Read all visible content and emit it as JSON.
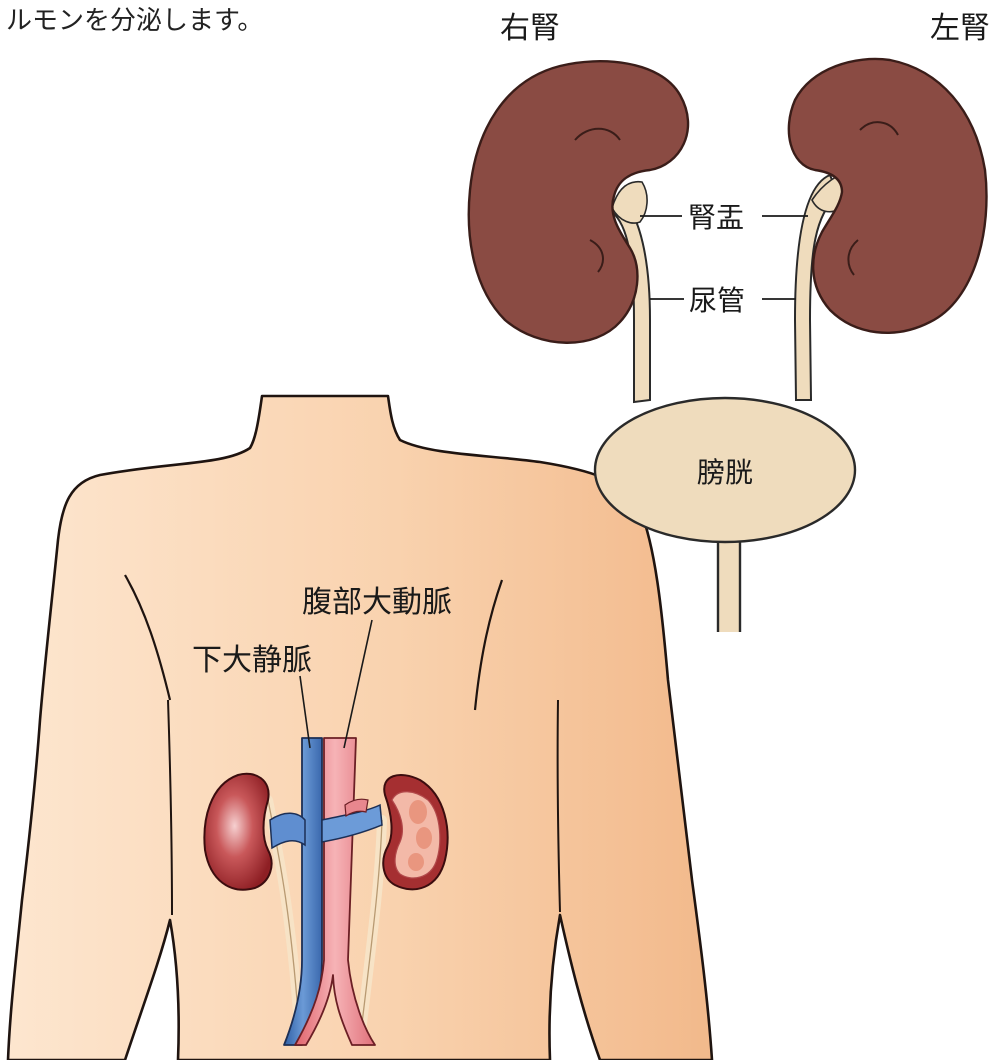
{
  "caption": {
    "text": "ルモンを分泌します。"
  },
  "urinary_diagram": {
    "right_kidney_label": "右腎",
    "left_kidney_label": "左腎",
    "renal_pelvis_label": "腎盂",
    "ureter_label": "尿管",
    "bladder_label": "膀胱",
    "colors": {
      "kidney": "#8a4b43",
      "kidney_outline": "#3a1d19",
      "urinary_tract": "#efdcbd"
    }
  },
  "body_diagram": {
    "aorta_label": "腹部大動脈",
    "ivc_label": "下大静脈",
    "colors": {
      "skin_light": "#fde6cf",
      "skin_dark": "#f2b98b",
      "vein": "#4a7fc1",
      "artery": "#e87d84",
      "kidney": "#9e2c2e"
    }
  }
}
